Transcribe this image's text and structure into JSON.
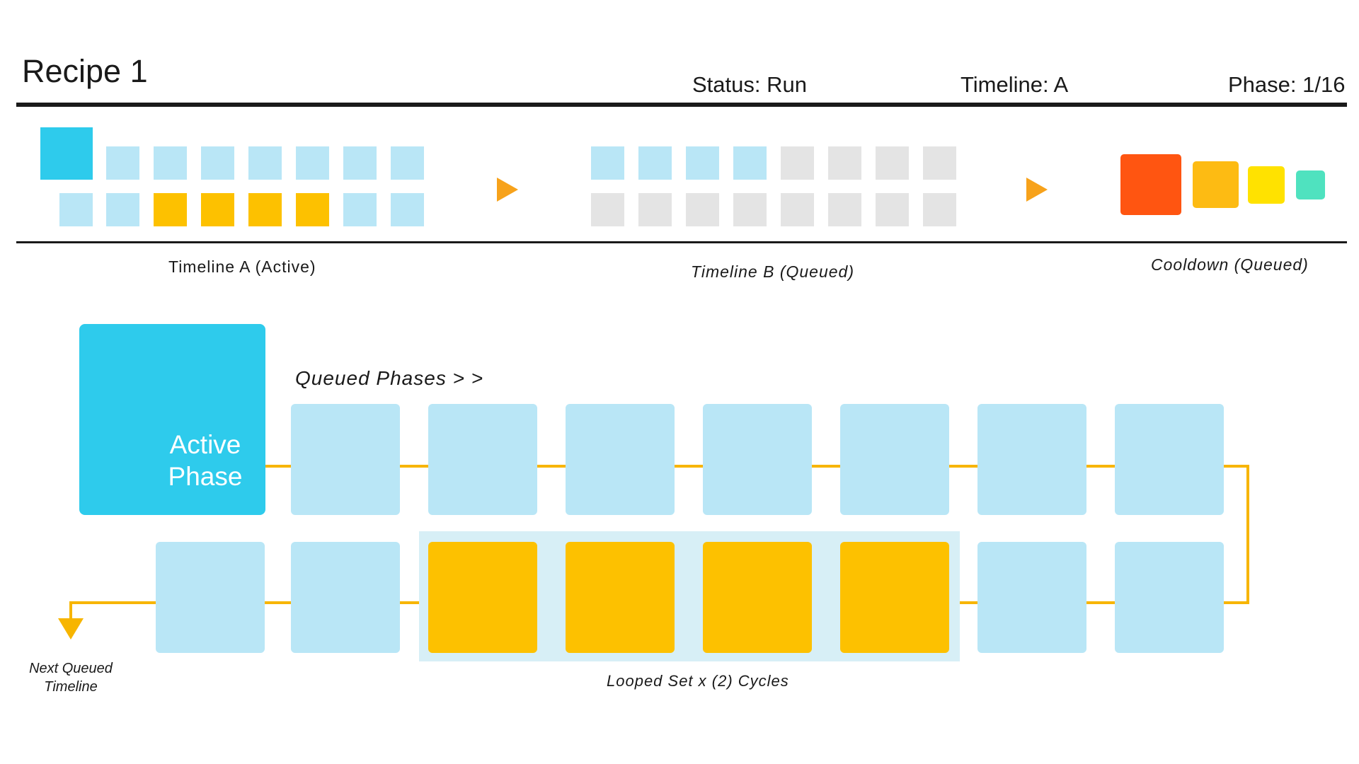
{
  "header": {
    "title": "Recipe 1",
    "status": "Status: Run",
    "timeline": "Timeline: A",
    "phase": "Phase: 1/16"
  },
  "timelines": {
    "a_label": "Timeline A (Active)",
    "b_label": "Timeline B (Queued)",
    "cooldown_label": "Cooldown (Queued)"
  },
  "detail": {
    "queued_label": "Queued Phases > >",
    "active_line1": "Active",
    "active_line2": "Phase",
    "looped_label": "Looped Set x (2) Cycles",
    "next_line1": "Next Queued",
    "next_line2": "Timeline"
  },
  "colors": {
    "active": "#2ecbec",
    "queued": "#b9e6f6",
    "looped": "#fdc100",
    "inactive": "#e4e4e4",
    "cooldown": [
      "#ff5511",
      "#fdbb13",
      "#ffe200",
      "#4fe2bf"
    ],
    "connector": "#f7b500"
  }
}
